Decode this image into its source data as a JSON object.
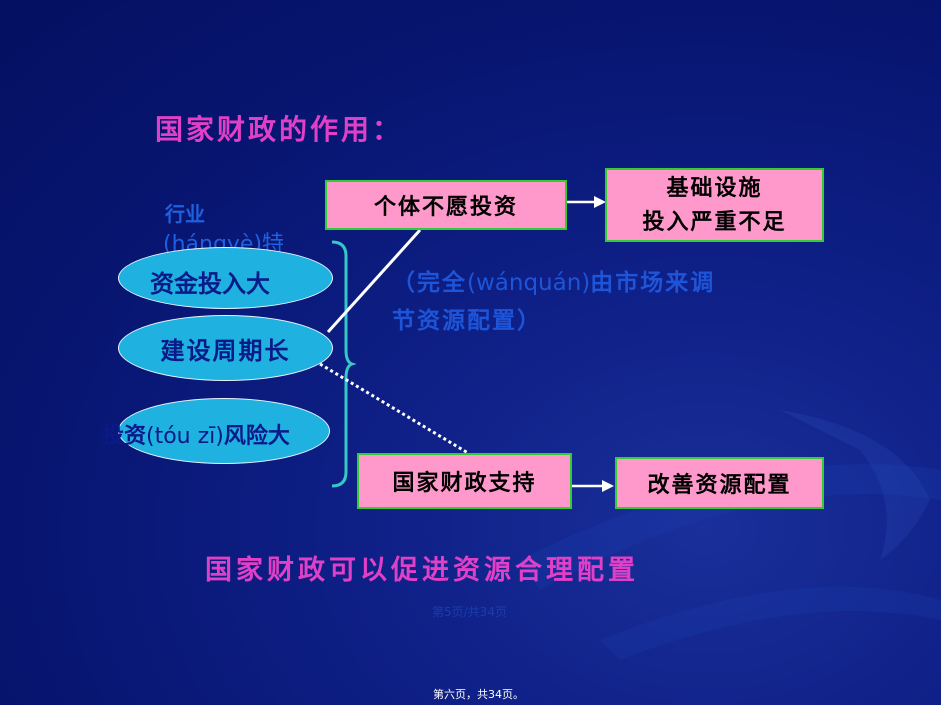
{
  "title": "国家财政的作用：",
  "boxes": {
    "individual": "个体不愿投资",
    "infra_line1": "基础设施",
    "infra_line2": "投入严重不足",
    "state_support": "国家财政支持",
    "improve": "改善资源配置"
  },
  "ellipses": {
    "industry_hanzi": "行业",
    "industry_pinyin": "(hángyè)特",
    "capital": "资金投入大",
    "cycle": "建设周期长",
    "risk_prefix": "投资",
    "risk_pinyin": "(tóu zī)",
    "risk_suffix": "风险大"
  },
  "middle": {
    "part1": "（完全",
    "pinyin": "(wánquán)",
    "part2": "由市场来调",
    "line2": "节资源配置）"
  },
  "conclusion": "国家财政可以促进资源合理配置",
  "page_label_top": "第5页/共34页",
  "page_label_bottom": "第六页，共34页。",
  "colors": {
    "background": "#0e1f86",
    "title": "#e040c8",
    "box_fill": "#ff99cc",
    "box_border": "#33cc33",
    "ellipse_fill": "#1fb1e0",
    "annotation": "#1e55d8"
  }
}
